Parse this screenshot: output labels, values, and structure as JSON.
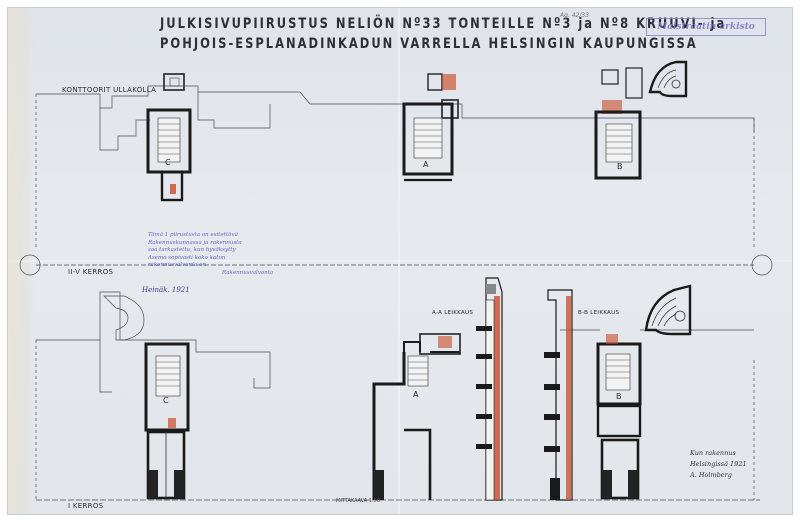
{
  "title": {
    "line1": "JULKISIVUPIIRUSTUS NELIÖN Nº33 TONTEILLE Nº3 ja Nº8 KRUUVI- ja",
    "line2": "POHJOIS-ESPLANADINKADUN VARRELLA HELSINGIN KAUPUNGISSA"
  },
  "stamp": "Maistraatin arkisto",
  "pencil_note": "Ag. 42/33",
  "labels": {
    "roof_floor": "KONTTOORIT ULLAKOLLA",
    "upper_floors": "II-V KERROS",
    "ground_floor": "I KERROS",
    "section_a": "A-A LEIKKAUS",
    "section_b": "B-B LEIKKAUS"
  },
  "stair_letters": [
    "A",
    "B",
    "C",
    "A",
    "B",
    "C"
  ],
  "note_lines": [
    "Tämä 1 piirustusta on esitettävä",
    "Rakennuskunnassa ja rakennusta",
    "saa tarkastettu, kun hyväksytty",
    "Asema sopivasti koko katon",
    "rakennusvalvonta on"
  ],
  "note_signature": "Rakennusvalvonta",
  "side_scribble": "Heinäk. 1921",
  "signatures": [
    "Kun rakennus",
    "Helsingissä 1921",
    "A. Holmberg"
  ],
  "scale": "MITTAKAAVA 1:50"
}
